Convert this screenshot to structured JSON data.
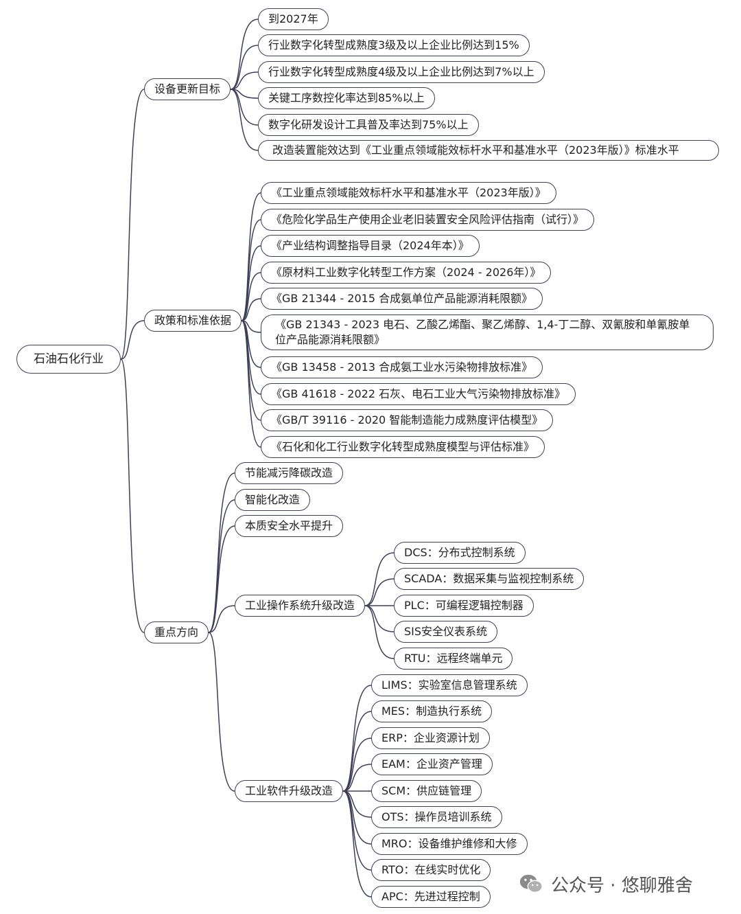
{
  "root": {
    "label": "石油石化行业"
  },
  "branches": [
    {
      "label": "设备更新目标",
      "children": [
        "到2027年",
        "行业数字化转型成熟度3级及以上企业比例达到15%",
        "行业数字化转型成熟度4级及以上企业比例达到7%以上",
        "关键工序数控化率达到85%以上",
        "数字化研发设计工具普及率达到75%以上",
        "改造装置能效达到《工业重点领域能效标杆水平和基准水平（2023年版）》标准水平"
      ]
    },
    {
      "label": "政策和标准依据",
      "children": [
        "《工业重点领域能效标杆水平和基准水平（2023年版）》",
        "《危险化学品生产使用企业老旧装置安全风险评估指南（试行）》",
        "《产业结构调整指导目录（2024年本）》",
        "《原材料工业数字化转型工作方案（2024 - 2026年）》",
        "《GB 21344 - 2015 合成氨单位产品能源消耗限额》",
        "《GB 21343 - 2023 电石、乙酸乙烯酯、聚乙烯醇、1,4-丁二醇、双氰胺和单氰胺单位产品能源消耗限额》",
        "《GB 13458 - 2013 合成氨工业水污染物排放标准》",
        "《GB 41618 - 2022 石灰、电石工业大气污染物排放标准》",
        "《GB/T 39116 - 2020 智能制造能力成熟度评估模型》",
        "《石化和化工行业数字化转型成熟度模型与评估标准》"
      ]
    },
    {
      "label": "重点方向",
      "children": [
        {
          "label": "节能减污降碳改造"
        },
        {
          "label": "智能化改造"
        },
        {
          "label": "本质安全水平提升"
        },
        {
          "label": "工业操作系统升级改造",
          "children": [
            "DCS：分布式控制系统",
            "SCADA：数据采集与监视控制系统",
            "PLC：可编程逻辑控制器",
            "SIS安全仪表系统",
            "RTU：远程终端单元"
          ]
        },
        {
          "label": "工业软件升级改造",
          "children": [
            "LIMS：实验室信息管理系统",
            "MES：制造执行系统",
            "ERP：企业资源计划",
            "EAM：企业资产管理",
            "SCM：供应链管理",
            "OTS：操作员培训系统",
            "MRO：设备维护维修和大修",
            "RTO：在线实时优化",
            "APC：先进过程控制"
          ]
        }
      ]
    }
  ],
  "watermark": {
    "text": "公众号 · 悠聊雅舍",
    "icon": "wechat-icon"
  },
  "colors": {
    "line": "#3c3f58",
    "node_border": "#3c3f58",
    "watermark": "#555555"
  }
}
